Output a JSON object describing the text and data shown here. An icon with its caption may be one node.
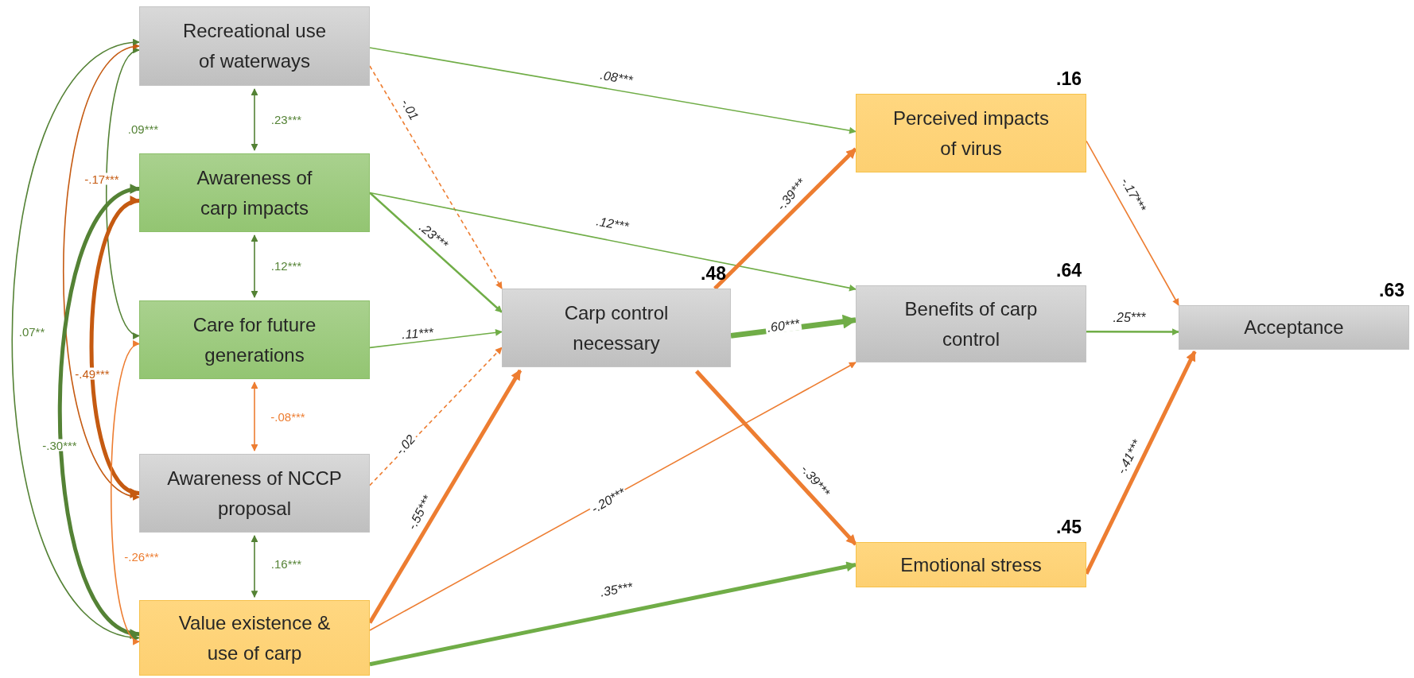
{
  "diagram": {
    "nodes": [
      {
        "text": [
          "Recreational use of waterways"
        ]
      },
      {
        "text": [
          "Awareness of carp impacts"
        ]
      },
      {
        "text": [
          "Care for future generations"
        ]
      },
      {
        "text": [
          "Awareness of NCCP proposal"
        ]
      },
      {
        "text": [
          "Value existence & use of carp"
        ]
      },
      {
        "text": [
          "Carp control necessary"
        ],
        "beside": [
          ".48"
        ]
      },
      {
        "text": [
          "Perceived impacts of virus"
        ],
        "beside": [
          ".16"
        ]
      },
      {
        "text": [
          "Benefits of carp control"
        ],
        "beside": [
          ".64"
        ]
      },
      {
        "text": [
          "Emotional stress"
        ],
        "beside": [
          ".45"
        ]
      },
      {
        "text": [
          "Acceptance"
        ],
        "beside": [
          ".63"
        ]
      }
    ],
    "edges": [
      {
        "from": 0,
        "to": 1,
        "arrow": "both",
        "label": ".23***",
        "color": "#548235"
      },
      {
        "from": 1,
        "to": 2,
        "arrow": "both",
        "label": ".12***",
        "color": "#548235"
      },
      {
        "from": 2,
        "to": 3,
        "arrow": "both",
        "label": "-.08***"
      },
      {
        "from": 3,
        "to": 4,
        "arrow": "both",
        "label": ".16***",
        "color": "#548235"
      },
      {
        "from": 0,
        "to": 2,
        "arrow": "both",
        "label": ".09***",
        "color": "#548235"
      },
      {
        "from": 0,
        "to": 3,
        "arrow": "both",
        "label": "-.17***",
        "color": "#c55a11"
      },
      {
        "from": 1,
        "to": 3,
        "arrow": "both",
        "label": "-.49***",
        "style": "thick",
        "color": "#c55a11"
      },
      {
        "from": 0,
        "to": 4,
        "arrow": "both",
        "label": ".07**",
        "color": "#548235"
      },
      {
        "from": 1,
        "to": 4,
        "arrow": "both",
        "label": "-.30***",
        "style": "thick",
        "color": "#548235"
      },
      {
        "from": 2,
        "to": 4,
        "arrow": "both",
        "label": "-.26***"
      },
      {
        "from": 0,
        "to": 6,
        "arrow": "to",
        "label": ".08***",
        "color": "#70ad47"
      },
      {
        "from": 0,
        "to": 5,
        "arrow": "to",
        "label": "-.01",
        "style": "dashed"
      },
      {
        "from": 1,
        "to": 5,
        "arrow": "to",
        "label": ".23***",
        "color": "#70ad47"
      },
      {
        "from": 1,
        "to": 7,
        "arrow": "to",
        "label": ".12***",
        "color": "#70ad47"
      },
      {
        "from": 2,
        "to": 5,
        "arrow": "to",
        "label": ".11***",
        "color": "#70ad47"
      },
      {
        "from": 3,
        "to": 5,
        "arrow": "to",
        "label": "-.02",
        "style": "dashed"
      },
      {
        "from": 4,
        "to": 5,
        "arrow": "to",
        "label": "-.55***",
        "style": "thick"
      },
      {
        "from": 4,
        "to": 7,
        "arrow": "to",
        "label": "-.20***"
      },
      {
        "from": 4,
        "to": 8,
        "arrow": "to",
        "label": ".35***",
        "style": "thick",
        "color": "#70ad47"
      },
      {
        "from": 5,
        "to": 6,
        "arrow": "to",
        "label": "-.39***",
        "style": "thick"
      },
      {
        "from": 5,
        "to": 7,
        "arrow": "to",
        "label": ".60***",
        "style": "thick",
        "color": "#70ad47"
      },
      {
        "from": 5,
        "to": 8,
        "arrow": "to",
        "label": "-.39***",
        "style": "thick"
      },
      {
        "from": 6,
        "to": 9,
        "arrow": "to",
        "label": "-.17***"
      },
      {
        "from": 7,
        "to": 9,
        "arrow": "to",
        "label": ".25***",
        "color": "#70ad47"
      },
      {
        "from": 8,
        "to": 9,
        "arrow": "to",
        "label": "-.41***",
        "style": "thick"
      }
    ]
  }
}
